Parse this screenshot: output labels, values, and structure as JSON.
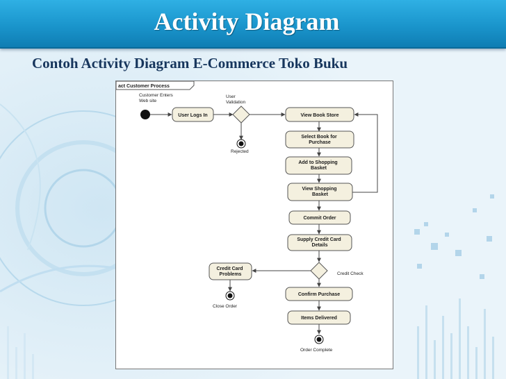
{
  "slide": {
    "title": "Activity Diagram",
    "subtitle": "Contoh Activity Diagram E-Commerce Toko Buku"
  },
  "diagram": {
    "frame_label": "act Customer Process",
    "annotations": {
      "customer_enters": [
        "Customer Enters",
        "Web site"
      ],
      "user_validation": [
        "User",
        "Validation"
      ],
      "rejected": "Rejected",
      "credit_check": "Credit Check",
      "close_order": "Close Order",
      "order_complete": "Order Complete"
    },
    "nodes": {
      "user_logs_in": [
        "User Logs In"
      ],
      "view_book_store": [
        "View Book Store"
      ],
      "select_book": [
        "Select Book for",
        "Purchase"
      ],
      "add_to_basket": [
        "Add to Shopping",
        "Basket"
      ],
      "view_basket": [
        "View Shopping",
        "Basket"
      ],
      "commit_order": [
        "Commit Order"
      ],
      "supply_card": [
        "Supply Credit Card",
        "Details"
      ],
      "card_problems": [
        "Credit Card",
        "Problems"
      ],
      "confirm_purchase": [
        "Confirm Purchase"
      ],
      "items_delivered": [
        "Items Delivered"
      ]
    }
  },
  "colors": {
    "title_bar": "#1a95cc",
    "subtitle": "#17365d",
    "activity_fill": "#f4f0df"
  }
}
